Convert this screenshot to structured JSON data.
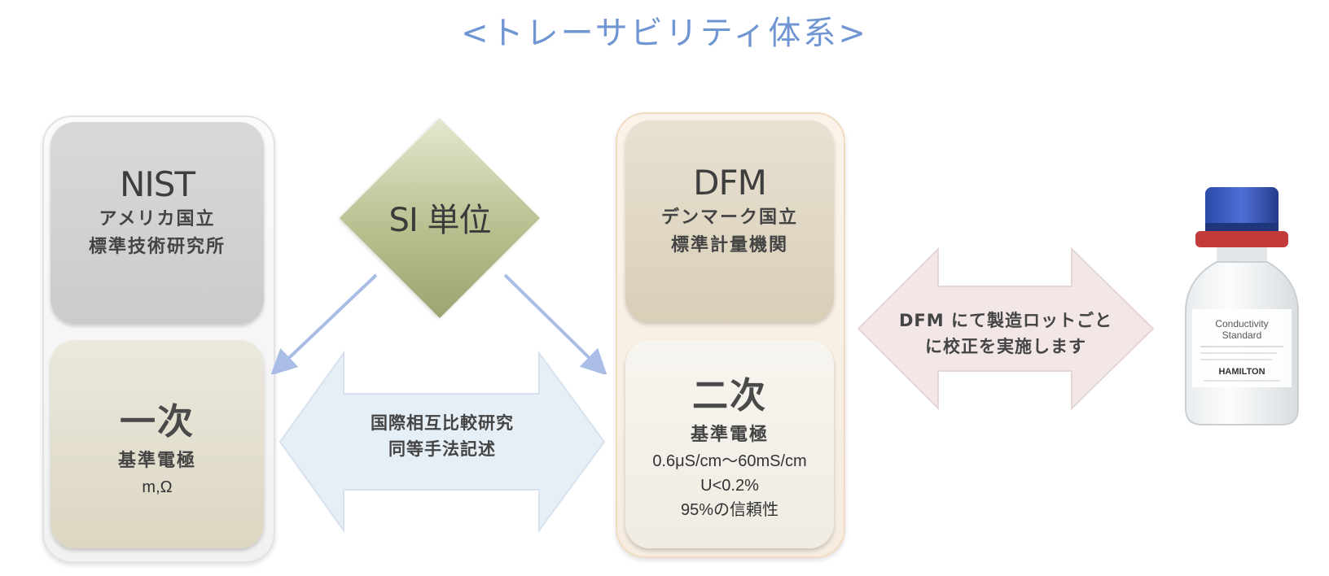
{
  "title": "<トレーサビリティ体系>",
  "nist": {
    "name": "NIST",
    "line1": "アメリカ国立",
    "line2": "標準技術研究所"
  },
  "primary": {
    "heading": "一次",
    "line1": "基準電極",
    "line2": "m,Ω"
  },
  "si": {
    "label": "SI 単位"
  },
  "comparison": {
    "line1": "国際相互比較研究",
    "line2": "同等手法記述"
  },
  "dfm": {
    "name": "DFM",
    "line1": "デンマーク国立",
    "line2": "標準計量機関"
  },
  "secondary": {
    "heading": "二次",
    "line1": "基準電極",
    "line2": "0.6μS/cm～60mS/cm",
    "line3": "U<0.2%",
    "line4": "95%の信頼性"
  },
  "calibration": {
    "line1": "DFM にて製造ロットごと",
    "line2": "に校正を実施します"
  },
  "bottle": {
    "label1": "Conductivity",
    "label2": "Standard",
    "brand": "HAMILTON"
  },
  "colors": {
    "title": "#6f95d2",
    "arrow_blue": "#e3ecf5",
    "arrow_pink": "#f1e4e4",
    "connector": "#a9bde6"
  }
}
